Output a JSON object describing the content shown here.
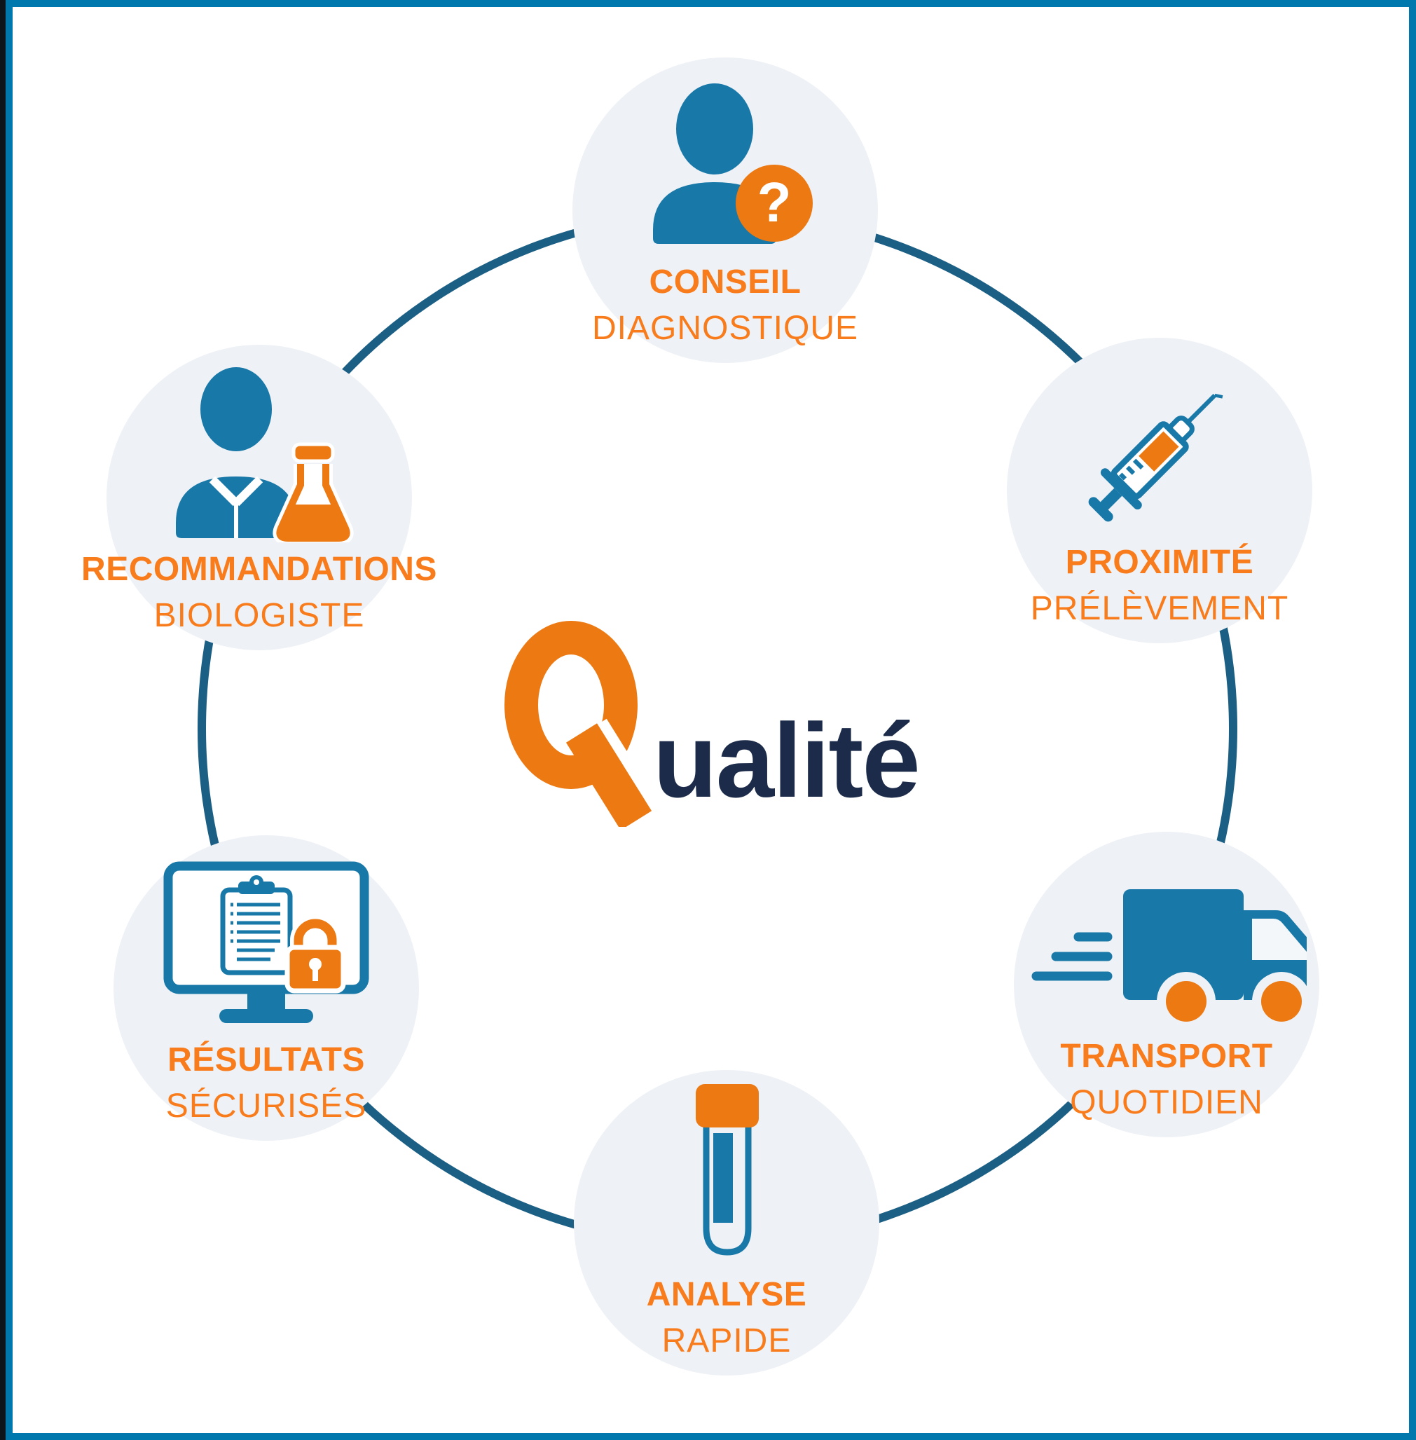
{
  "center": {
    "word": "Qualité",
    "initial": "Q",
    "rest": "ualité"
  },
  "nodes": [
    {
      "id": "conseil",
      "title": "CONSEIL",
      "subtitle": "DIAGNOSTIQUE",
      "icon": "person-question-icon"
    },
    {
      "id": "proximite",
      "title": "PROXIMITÉ",
      "subtitle": "PRÉLÈVEMENT",
      "icon": "syringe-icon"
    },
    {
      "id": "transport",
      "title": "TRANSPORT",
      "subtitle": "QUOTIDIEN",
      "icon": "delivery-truck-icon"
    },
    {
      "id": "analyse",
      "title": "ANALYSE",
      "subtitle": "RAPIDE",
      "icon": "test-tube-icon"
    },
    {
      "id": "resultats",
      "title": "RÉSULTATS",
      "subtitle": "SÉCURISÉS",
      "icon": "monitor-lock-icon"
    },
    {
      "id": "recommandations",
      "title": "RECOMMANDATIONS",
      "subtitle": "BIOLOGISTE",
      "icon": "scientist-flask-icon"
    }
  ],
  "colors": {
    "icon_blue": "#1878A8",
    "ring_blue": "#1C5F85",
    "frame_blue": "#0077AD",
    "accent_orange": "#EC7912",
    "text_orange": "#F87C1C",
    "navy": "#1C2B49",
    "node_background": "#EEF1F5"
  }
}
